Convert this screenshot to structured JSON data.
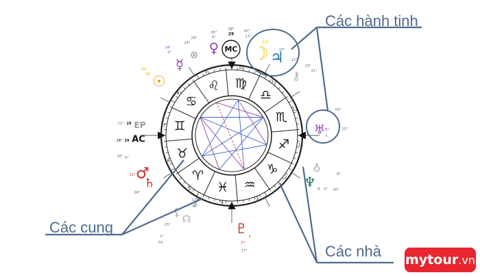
{
  "callouts": {
    "planets": "Các hành tinh",
    "signs": "Các cung",
    "houses": "Các nhà"
  },
  "brand": {
    "name": "mytour",
    "tld": ".vn",
    "color": "#e8262f"
  },
  "axes": {
    "mc": "MC",
    "ac": "AC",
    "ep": "EP"
  },
  "colors": {
    "ring": "#222222",
    "sign_glyph": "#1a1a1a",
    "aspect_blue": "#3f63c9",
    "aspect_purple": "#8e44ad",
    "aspect_red": "#d43a3a",
    "callout_line": "#4e6a8c",
    "sun": "#e0a000",
    "moon": "#f0c800",
    "jupiter": "#1b6fae",
    "mars": "#d0262c",
    "saturn": "#d0262c",
    "neptune": "#1f7a5a",
    "venus": "#8e44ad",
    "mercury": "#8e44ad",
    "pluto": "#c0392b",
    "uranus": "#8e44ad"
  },
  "zodiac_ring": [
    {
      "icon": "leo-icon",
      "glyph": "♌"
    },
    {
      "icon": "cancer-icon",
      "glyph": "♋"
    },
    {
      "icon": "gemini-icon",
      "glyph": "♊"
    },
    {
      "icon": "taurus-icon",
      "glyph": "♉"
    },
    {
      "icon": "aries-icon",
      "glyph": "♈"
    },
    {
      "icon": "pisces-icon",
      "glyph": "♓"
    },
    {
      "icon": "aquarius-icon",
      "glyph": "♒"
    },
    {
      "icon": "capricorn-icon",
      "glyph": "♑"
    },
    {
      "icon": "sagittarius-icon",
      "glyph": "♐"
    },
    {
      "icon": "scorpio-icon",
      "glyph": "♏"
    },
    {
      "icon": "libra-icon",
      "glyph": "♎"
    },
    {
      "icon": "virgo-icon",
      "glyph": "♍"
    }
  ],
  "house_numbers": [
    "10",
    "11",
    "12",
    "1",
    "2",
    "3",
    "4",
    "5",
    "6",
    "7",
    "8",
    "9"
  ],
  "planets": [
    {
      "name": "venus-icon",
      "glyph": "♀",
      "color": "#8e44ad"
    },
    {
      "name": "mercury-icon",
      "glyph": "☿",
      "color": "#8e44ad"
    },
    {
      "name": "sun-icon",
      "glyph": "☉",
      "color": "#e0a000"
    },
    {
      "name": "moon-icon",
      "glyph": "☽",
      "color": "#f0c800"
    },
    {
      "name": "jupiter-icon",
      "glyph": "♃",
      "color": "#1b6fae"
    },
    {
      "name": "uranus-icon",
      "glyph": "♅",
      "color": "#8e44ad"
    },
    {
      "name": "neptune-icon",
      "glyph": "♆",
      "color": "#1f7a5a"
    },
    {
      "name": "pluto-icon",
      "glyph": "♇",
      "color": "#c0392b"
    },
    {
      "name": "mars-icon",
      "glyph": "♂",
      "color": "#d0262c"
    },
    {
      "name": "saturn-icon",
      "glyph": "♄",
      "color": "#d0262c"
    },
    {
      "name": "lilith-icon",
      "glyph": "⚸",
      "color": "#aaaaaa"
    },
    {
      "name": "node-icon",
      "glyph": "☊",
      "color": "#aaaaaa"
    },
    {
      "name": "chiron-icon",
      "glyph": "⚷",
      "color": "#aaaaaa"
    },
    {
      "name": "earth-icon",
      "glyph": "♁",
      "color": "#aaaaaa"
    },
    {
      "name": "part-of-fortune-icon",
      "glyph": "⊗",
      "color": "#aaaaaa"
    }
  ],
  "degree_labels": [
    {
      "text": "29",
      "color": "#111111"
    },
    {
      "text": "19°",
      "color": "#444444"
    },
    {
      "text": "05°",
      "color": "#8e44ad"
    },
    {
      "text": "6°",
      "color": "#8e44ad"
    },
    {
      "text": "45°",
      "color": "#666666"
    },
    {
      "text": "17°",
      "color": "#666666"
    },
    {
      "text": "14°",
      "color": "#8e44ad"
    },
    {
      "text": "2°",
      "color": "#8e44ad"
    },
    {
      "text": "24°",
      "color": "#666666"
    },
    {
      "text": "29°",
      "color": "#666666"
    },
    {
      "text": "15°",
      "color": "#e0a000"
    },
    {
      "text": "19°",
      "color": "#e0a000"
    },
    {
      "text": "14°",
      "color": "#f0c800"
    },
    {
      "text": "12°",
      "color": "#1b6fae"
    },
    {
      "text": "12°",
      "color": "#666666"
    },
    {
      "text": "23°",
      "color": "#666666"
    },
    {
      "text": "21°",
      "color": "#666666"
    },
    {
      "text": "8°",
      "color": "#8e44ad"
    },
    {
      "text": "12°",
      "color": "#666666"
    },
    {
      "text": "R",
      "color": "#8e44ad"
    },
    {
      "text": "03°",
      "color": "#666666"
    },
    {
      "text": "R",
      "color": "#1f7a5a"
    },
    {
      "text": "2°",
      "color": "#1f7a5a"
    },
    {
      "text": "8°",
      "color": "#666666"
    },
    {
      "text": "05°",
      "color": "#666666"
    },
    {
      "text": "7°",
      "color": "#c0392b"
    },
    {
      "text": "R",
      "color": "#c0392b"
    },
    {
      "text": "17°",
      "color": "#666666"
    },
    {
      "text": "22°",
      "color": "#d0262c"
    },
    {
      "text": "24°",
      "color": "#d0262c"
    },
    {
      "text": "11°",
      "color": "#666666"
    },
    {
      "text": "29",
      "color": "#111111"
    },
    {
      "text": "18°",
      "color": "#111111"
    },
    {
      "text": "29",
      "color": "#111111"
    },
    {
      "text": "20°",
      "color": "#666666"
    },
    {
      "text": "6°",
      "color": "#666666"
    },
    {
      "text": "23°",
      "color": "#666666"
    },
    {
      "text": "1°",
      "color": "#666666"
    },
    {
      "text": "54",
      "color": "#666666"
    },
    {
      "text": "12°",
      "color": "#666666"
    },
    {
      "text": "02°",
      "color": "#666666"
    }
  ]
}
